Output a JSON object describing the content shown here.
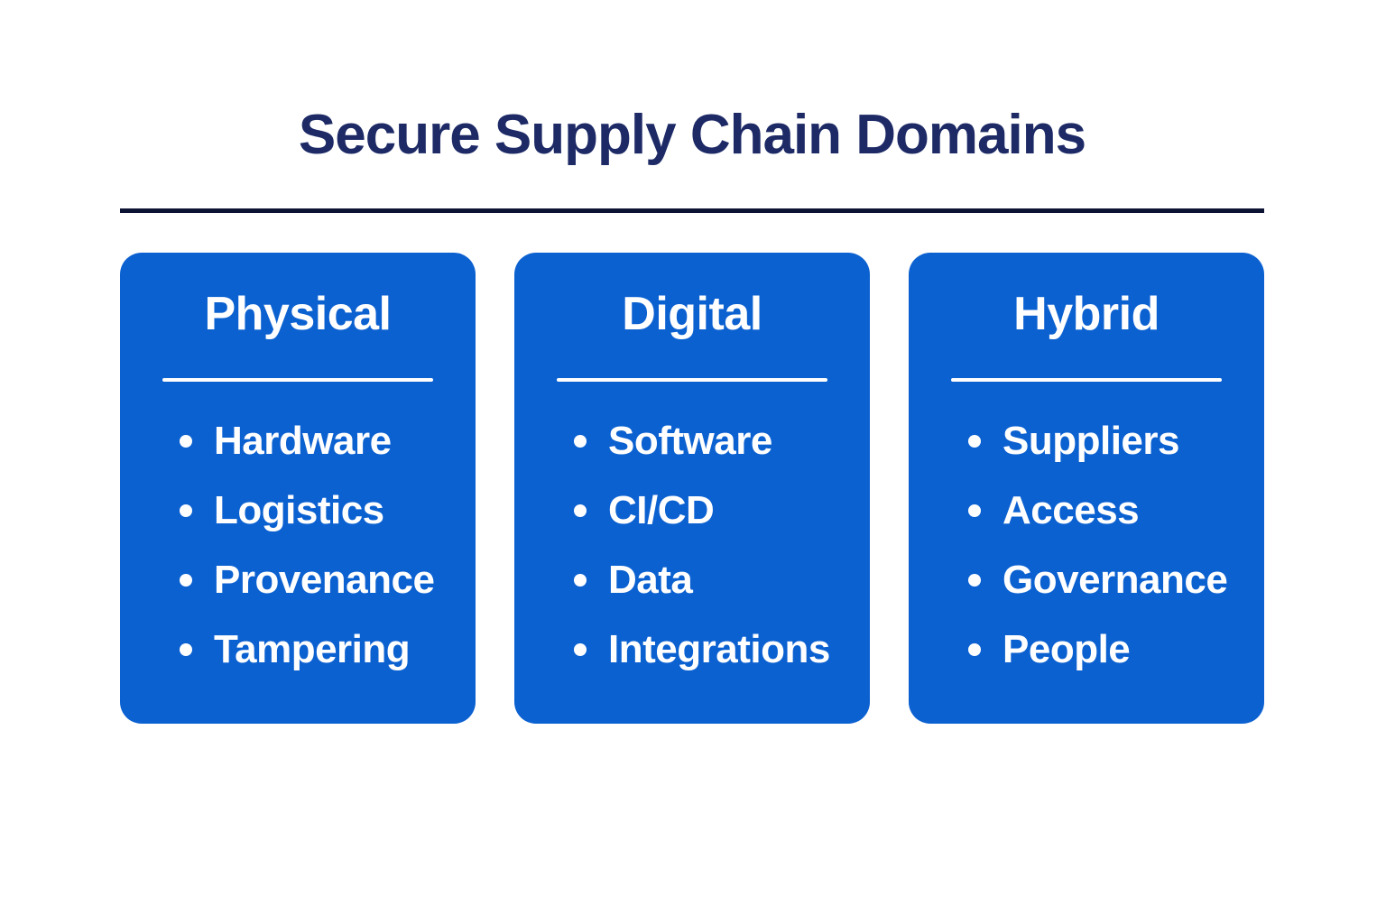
{
  "title": "Secure Supply Chain Domains",
  "colors": {
    "card_background": "#0c61d1",
    "title_text": "#1d2a66",
    "divider": "#0d1333",
    "card_text": "#ffffff"
  },
  "cards": [
    {
      "heading": "Physical",
      "items": [
        "Hardware",
        "Logistics",
        "Provenance",
        "Tampering"
      ]
    },
    {
      "heading": "Digital",
      "items": [
        "Software",
        "CI/CD",
        "Data",
        "Integrations"
      ]
    },
    {
      "heading": "Hybrid",
      "items": [
        "Suppliers",
        "Access",
        "Governance",
        "People"
      ]
    }
  ]
}
